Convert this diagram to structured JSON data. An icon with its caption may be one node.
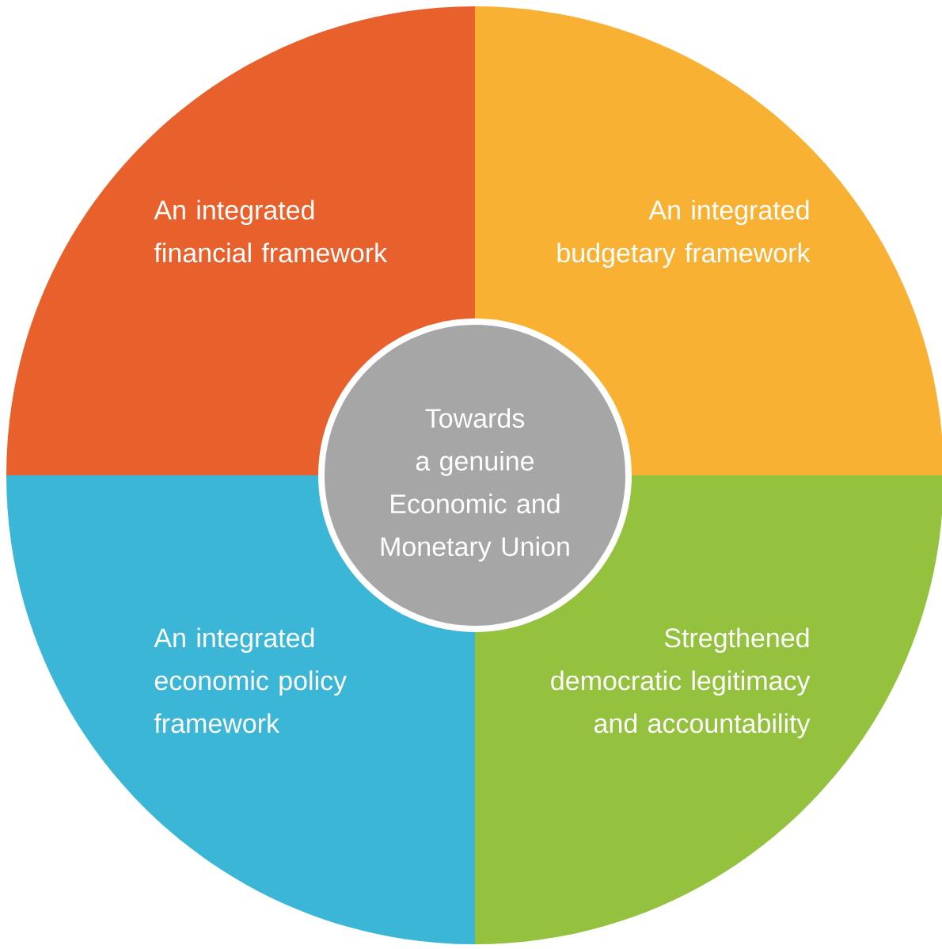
{
  "diagram": {
    "nodes": [
      {
        "text": [
          "An integrated financial framework"
        ]
      },
      {
        "text": [
          "An integrated budgetary framework"
        ]
      },
      {
        "text": [
          "Towards a genuine Economic and Monetary Union"
        ]
      },
      {
        "text": [
          "An integrated economic policy framework"
        ]
      },
      {
        "text": [
          "Stregthened democratic legitimacy and accountability"
        ]
      }
    ]
  }
}
